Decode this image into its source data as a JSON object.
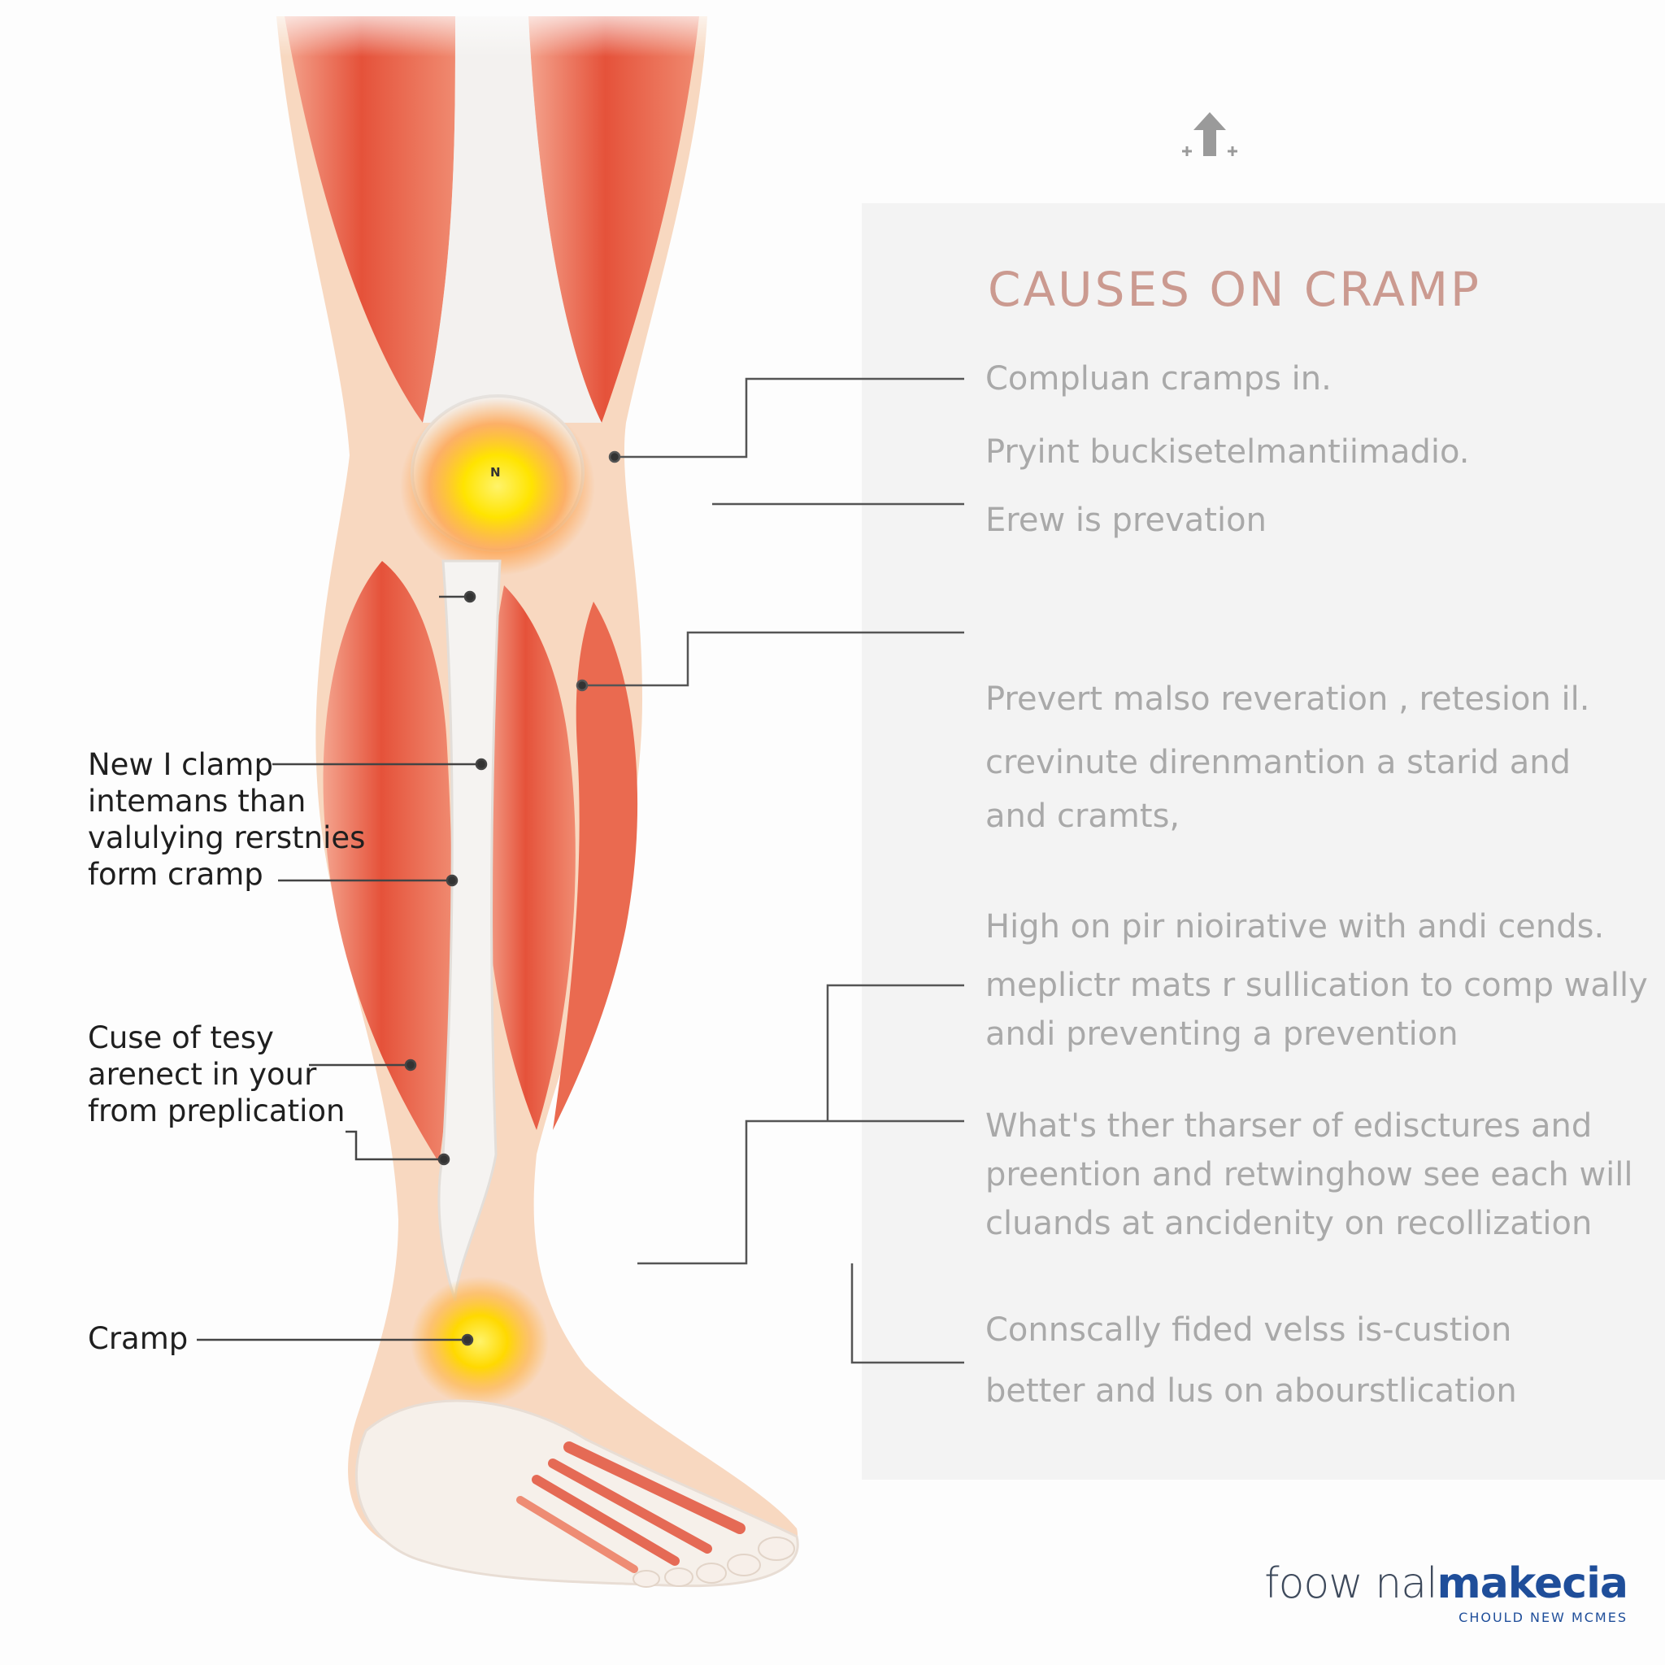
{
  "title": "CAUSES ON CRAMP",
  "left_labels": [
    {
      "lines": [
        "New I clamp",
        "intemans than",
        "valulying rerstnies",
        "form cramp"
      ]
    },
    {
      "lines": [
        "Cuse of tesy",
        "arenect in your",
        "from preplication"
      ]
    },
    {
      "lines": [
        "Cramp"
      ]
    }
  ],
  "knee_marker": "N",
  "right_groups": [
    {
      "lines": [
        "Compluan cramps in.",
        "Pryint buckisetelmantiimadio.",
        "Erew is prevation"
      ]
    },
    {
      "lines": [
        "Prevert malso reveration ,  retesion il.",
        "crevinute direnmantion a starid and",
        "and cramts,"
      ]
    },
    {
      "lines": [
        "High on pir nioirative with andi cends.",
        "meplictr mats r sullication to comp wally",
        "andi preventing a prevention"
      ]
    },
    {
      "lines": [
        "What's ther tharser of edisctures and",
        "preention and retwinghow see each will",
        "cluands at ancidenity on recollization"
      ]
    },
    {
      "lines": [
        "Connscally fided velss is-custion",
        "better and lus on abourstlication"
      ]
    }
  ],
  "brand": {
    "light": "foow nal",
    "bold": "makecia",
    "tagline": "CHOULD NEW MCMES"
  },
  "icons": [
    "upload-arrow-icon"
  ],
  "colors": {
    "muscle": "#e8624a",
    "muscle_light": "#f6b39f",
    "tendon": "#f3f1ef",
    "skin": "#f8d8c0",
    "hotspot": "#ffe400",
    "hotspot_outer": "#ff9a3a",
    "title": "#cb9a90",
    "right_text": "#a9a9a9",
    "leader": "#444444",
    "brand_bold": "#1f4e9a"
  }
}
